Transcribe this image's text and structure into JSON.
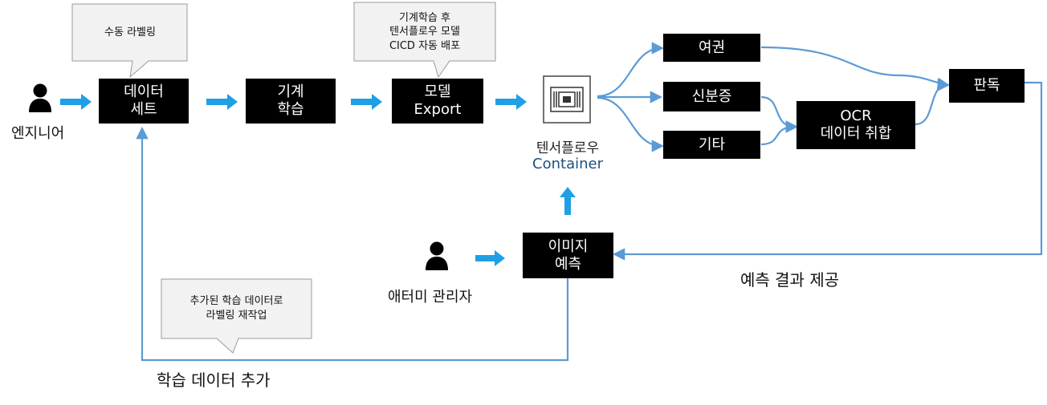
{
  "engineer": {
    "label": "엔지니어"
  },
  "admin": {
    "label": "애터미 관리자"
  },
  "nodes": {
    "dataset": {
      "line1": "데이터",
      "line2": "세트"
    },
    "ml": {
      "line1": "기계",
      "line2": "학습"
    },
    "export": {
      "line1": "모델",
      "line2": "Export"
    },
    "passport": {
      "label": "여권"
    },
    "idcard": {
      "label": "신분증"
    },
    "other": {
      "label": "기타"
    },
    "ocr": {
      "line1": "OCR",
      "line2": "데이터 취합"
    },
    "judge": {
      "label": "판독"
    },
    "predict": {
      "line1": "이미지",
      "line2": "예측"
    }
  },
  "container": {
    "line1": "텐서플로우",
    "line2": "Container"
  },
  "notes": {
    "manual": {
      "line1": "수동 라벨링"
    },
    "cicd": {
      "line1": "기계학습 후",
      "line2": "텐서플로우 모델",
      "line3": "CICD 자동 배포"
    },
    "relabel": {
      "line1": "추가된 학습 데이터로",
      "line2": "라벨링 재작업"
    }
  },
  "labels": {
    "result": "예측 결과 제공",
    "add_data": "학습 데이터 추가"
  },
  "colors": {
    "arrow": "#1fa0e6",
    "line": "#5b9bd5",
    "box": "#000000",
    "note_fill": "#f2f2f2"
  },
  "icons": [
    "person-icon",
    "chip-icon"
  ]
}
